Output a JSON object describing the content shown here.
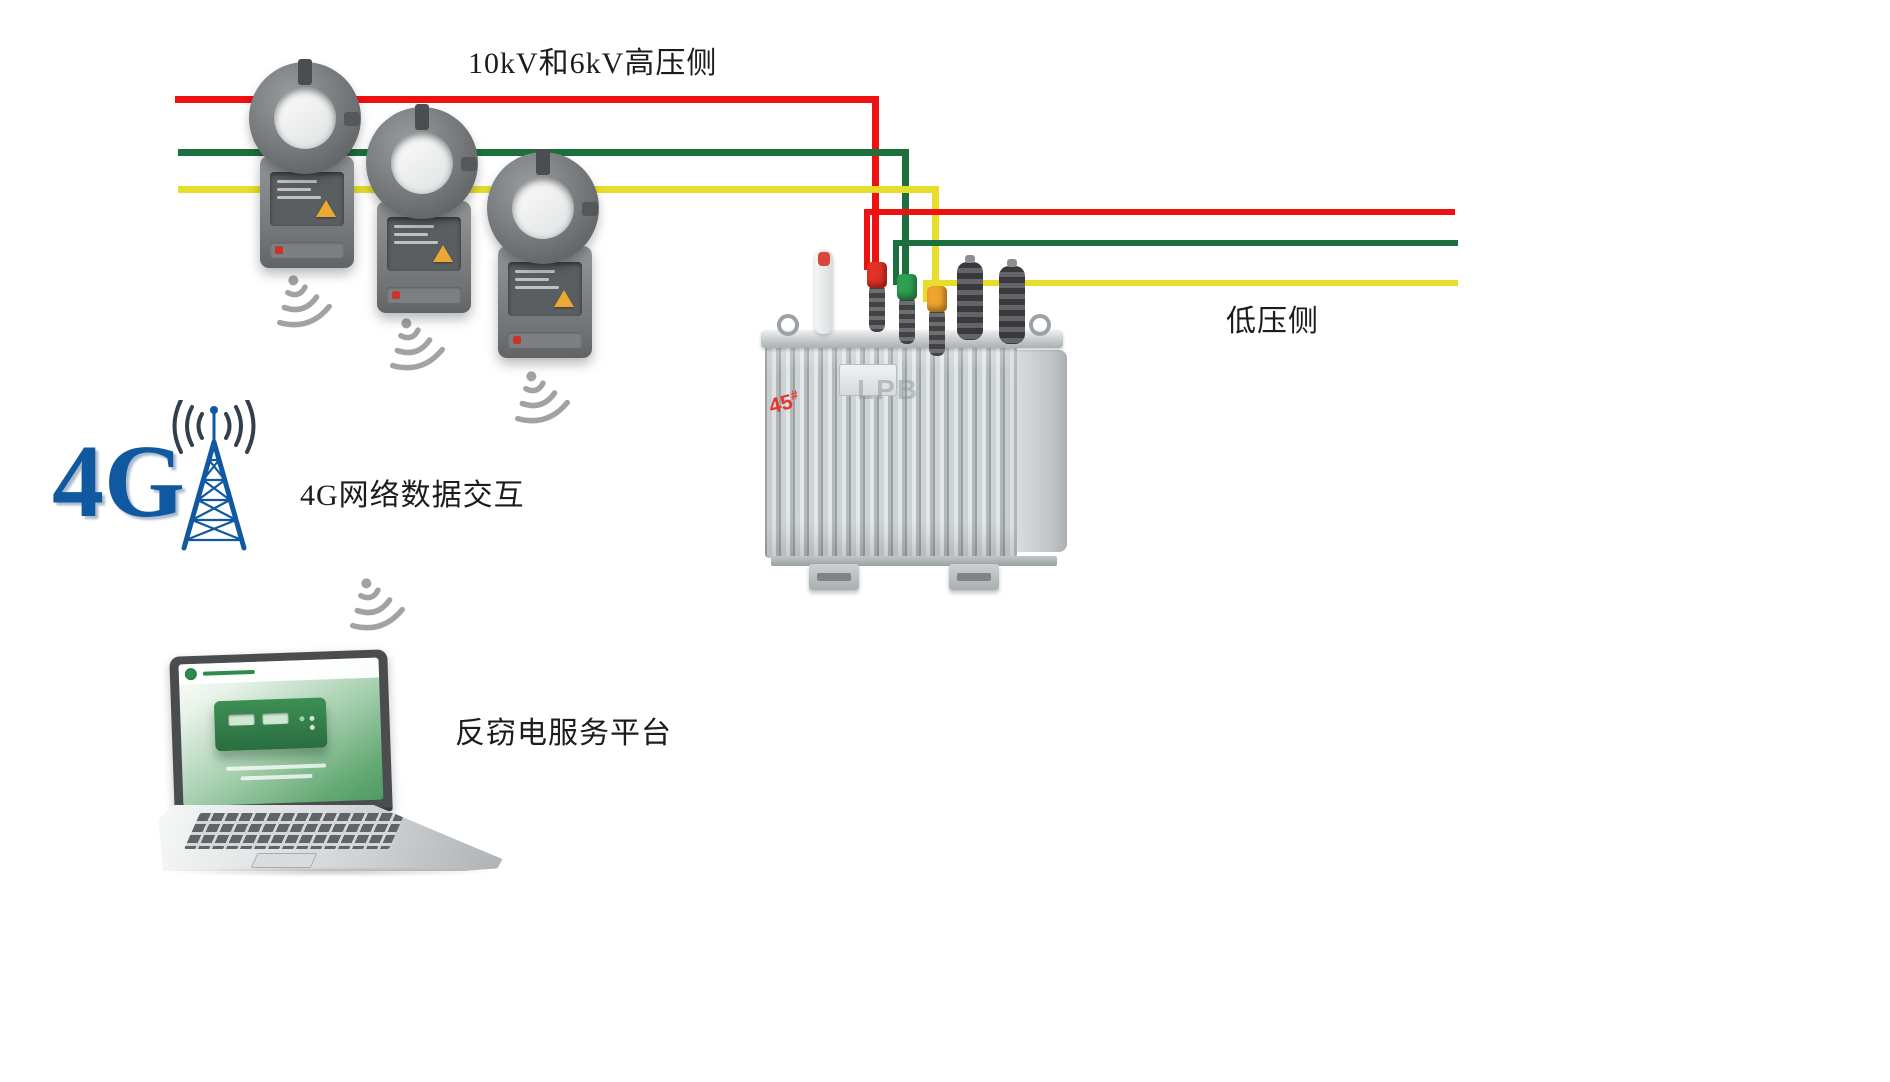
{
  "labels": {
    "hv_side": "10kV和6kV高压侧",
    "lv_side": "低压侧",
    "network_4g": "4G网络数据交互",
    "platform": "反窃电服务平台",
    "logo_4g": "4G",
    "transformer_mark": "45",
    "transformer_mark_sup": "#",
    "watermark": "LPB"
  },
  "colors": {
    "wire_red": "#ef1010",
    "wire_green": "#1d6f3d",
    "wire_yellow": "#e6de2b",
    "logo_blue": "#1059a0",
    "arc_dark": "#32404d",
    "ripple_gray": "#a2a2a2",
    "sensor_panel": "#5a5e61",
    "cap_red": "#e03226",
    "cap_green": "#2e9e4f",
    "cap_yellow": "#f0a32c",
    "mark_red": "#e8352c",
    "text_dark": "#1c1c1c"
  },
  "icons": {
    "wifi_signal_icon": "concentric-signal-arcs",
    "antenna_tower_icon": "4g-lattice-antenna-tower",
    "warning_triangle_icon": "orange-warning-triangle",
    "screen_logo_icon": "green-grid-company-logo"
  },
  "scene": {
    "clamp_sensor_count": 3,
    "wifi_ripple_count": 4
  }
}
